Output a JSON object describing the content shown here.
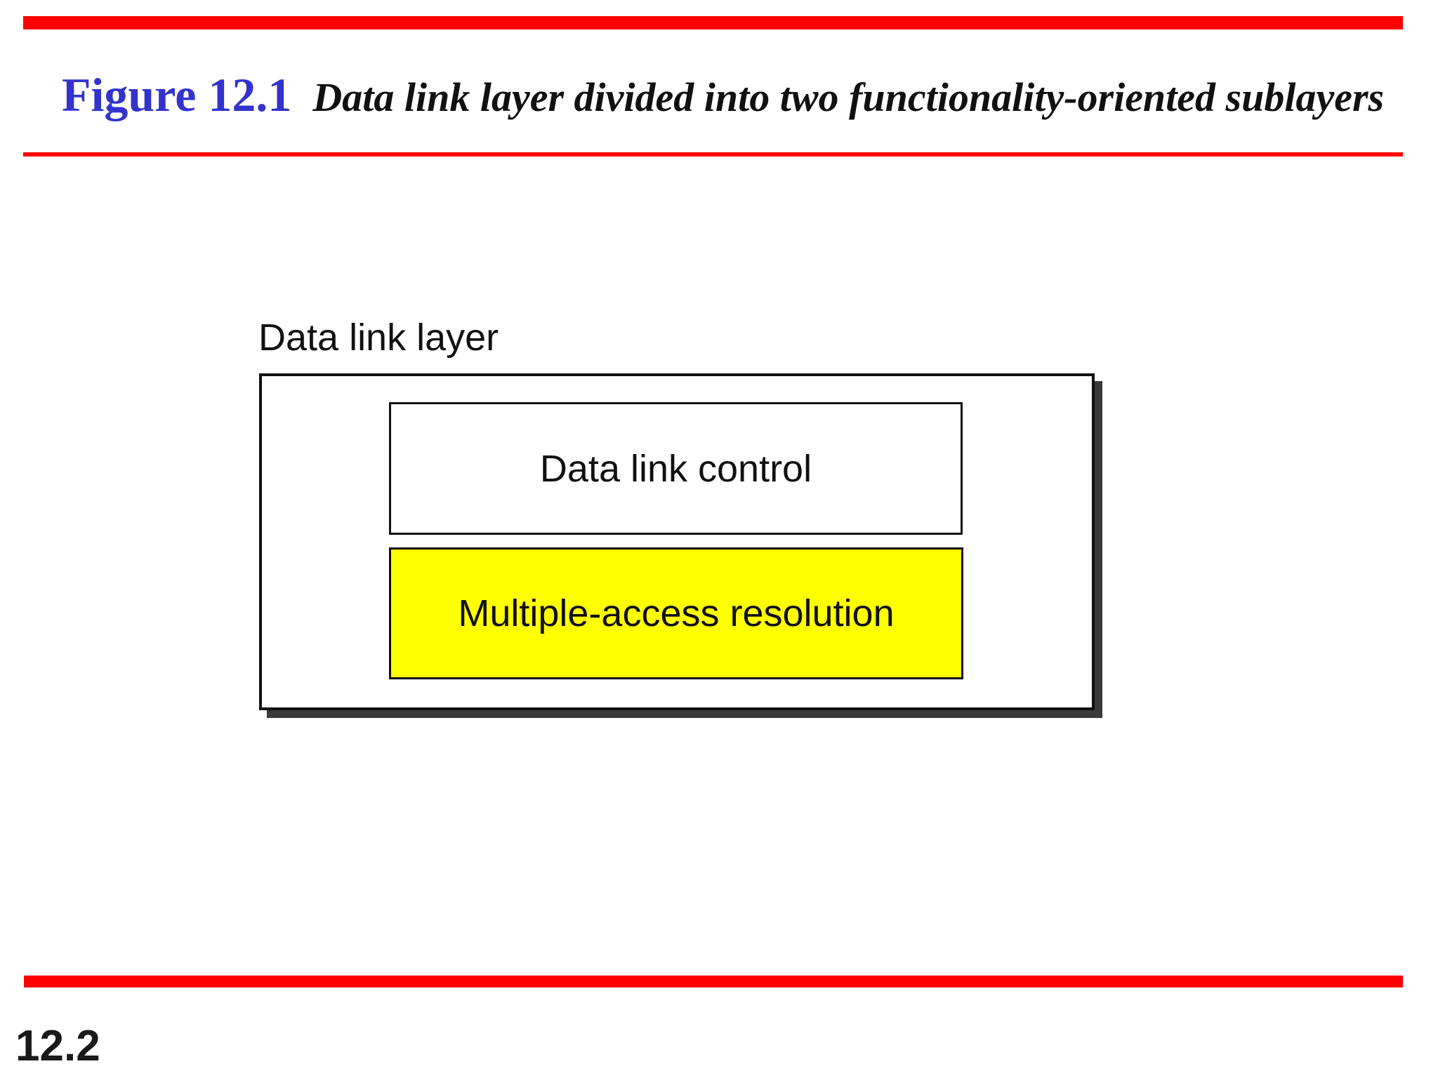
{
  "slide": {
    "figure_label": "Figure 12.1",
    "figure_caption": "Data link layer divided into two functionality-oriented sublayers",
    "page_number": "12.2"
  },
  "colors": {
    "accent_red": "#ff0000",
    "figure_label_blue": "#3333cc",
    "box_shadow_gray": "#3a3a3a",
    "sublayer_white": "#ffffff",
    "sublayer_yellow": "#ffff00"
  },
  "diagram": {
    "container_label": "Data link layer",
    "sublayers": [
      {
        "label": "Data link control",
        "fill": "#ffffff"
      },
      {
        "label": "Multiple-access resolution",
        "fill": "#ffff00"
      }
    ]
  }
}
